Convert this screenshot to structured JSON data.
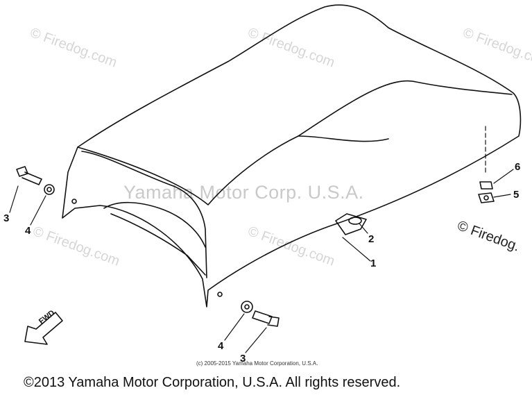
{
  "watermarks": {
    "firedog": "© Firedog.com",
    "center": "Yamaha Motor Corp. U.S.A.",
    "side": "© Firedog."
  },
  "fwd_label": "FWD",
  "callouts": [
    {
      "id": "1",
      "label": "1"
    },
    {
      "id": "2",
      "label": "2"
    },
    {
      "id": "3",
      "label": "3"
    },
    {
      "id": "4",
      "label": "4"
    },
    {
      "id": "5",
      "label": "5"
    },
    {
      "id": "6",
      "label": "6"
    }
  ],
  "inner_copyright": "(c) 2005-2015 Yamaha Motor Corporation, U.S.A.",
  "footer": "©2013 Yamaha Motor Corporation, U.S.A. All rights reserved.",
  "colors": {
    "ink": "#111111",
    "watermark": "#d6d6d6"
  }
}
